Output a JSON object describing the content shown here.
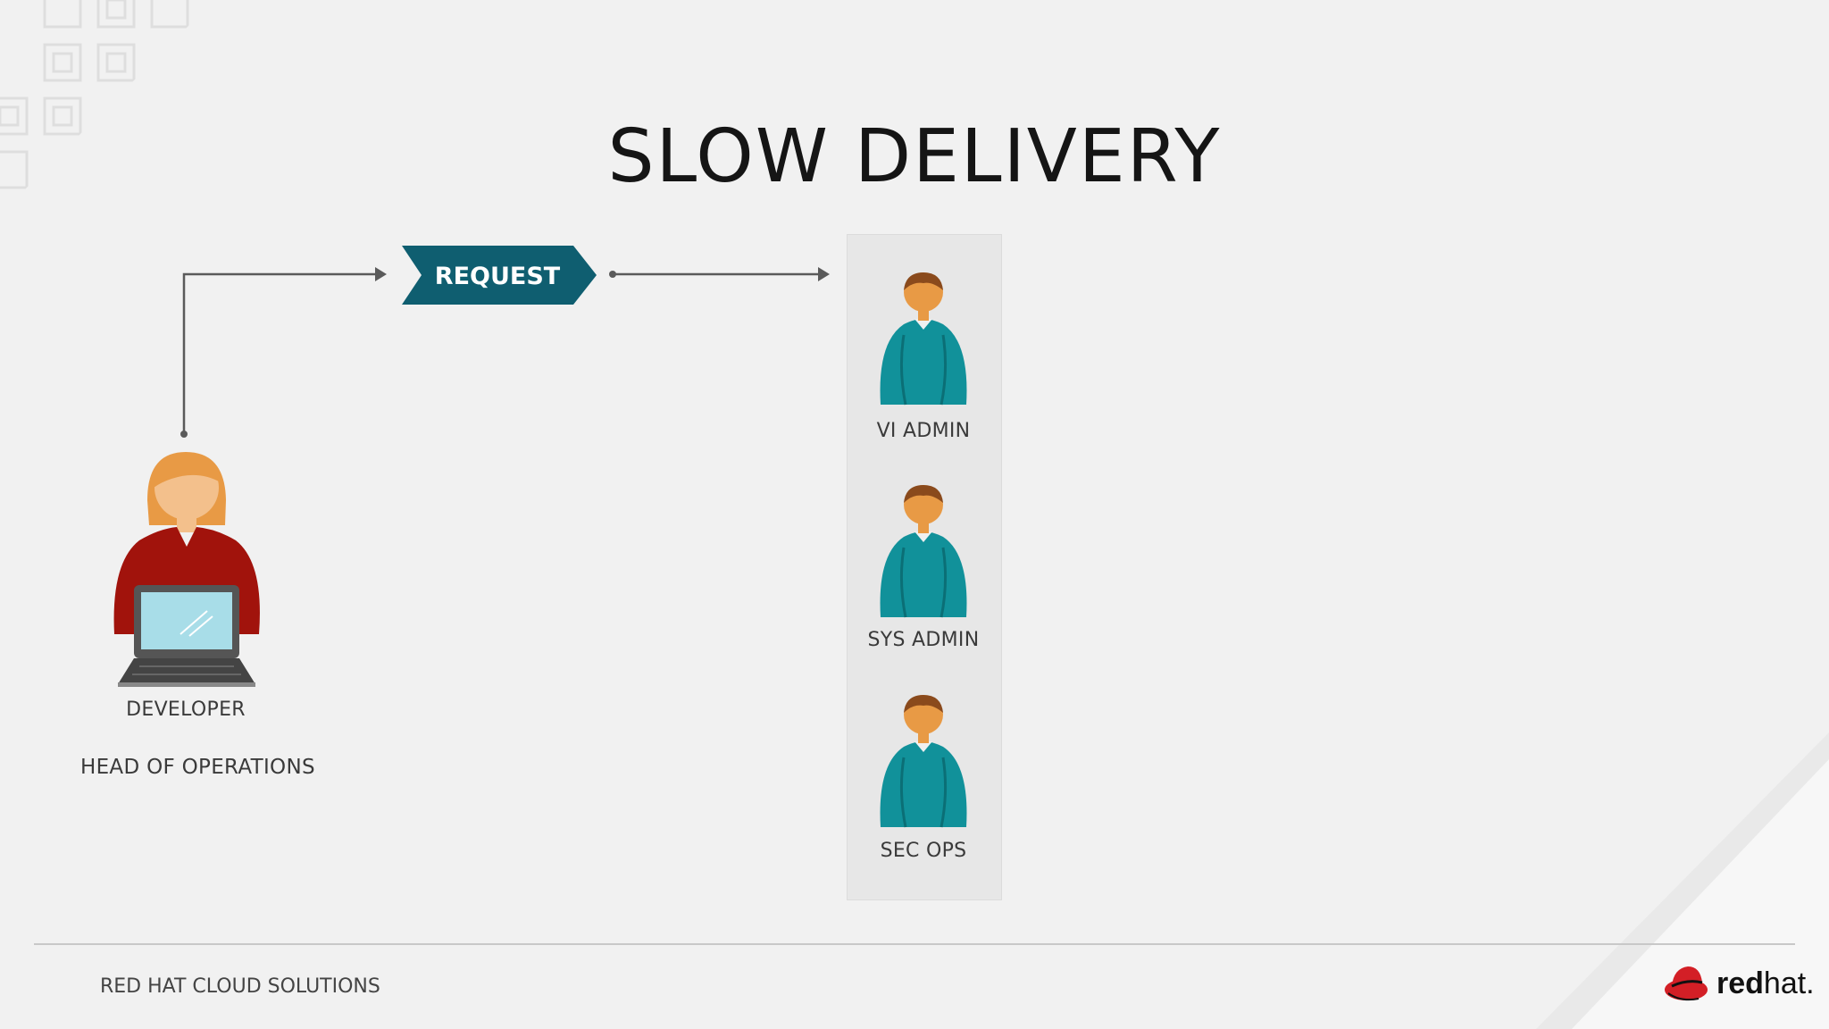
{
  "slide": {
    "title": "SLOW DELIVERY",
    "footer": "RED HAT CLOUD SOLUTIONS"
  },
  "request": {
    "label": "REQUEST"
  },
  "developer": {
    "label": "DEVELOPER",
    "sublabel": "HEAD OF OPERATIONS"
  },
  "admins": [
    {
      "label": "VI ADMIN"
    },
    {
      "label": "SYS ADMIN"
    },
    {
      "label": "SEC OPS"
    }
  ],
  "logo": {
    "bold": "red",
    "light": "hat."
  },
  "colors": {
    "teal_dark": "#0f5e70",
    "teal_shirt": "#11919a",
    "developer_red": "#a1130c",
    "skin": "#e89a45",
    "hair_brown": "#8a4a1c",
    "redhat_red": "#d31f26"
  }
}
